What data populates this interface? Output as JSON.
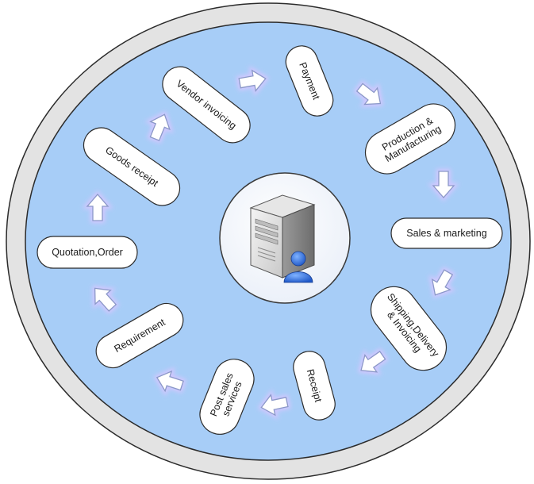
{
  "center": {
    "icon": "server-with-user-icon"
  },
  "stages": [
    {
      "id": "vendor-invoicing",
      "label": "Vendor invoicing"
    },
    {
      "id": "payment",
      "label": "Payment"
    },
    {
      "id": "production",
      "label": "Production &",
      "label2": "Manufacturing"
    },
    {
      "id": "sales-marketing",
      "label": "Sales & marketing"
    },
    {
      "id": "shipping",
      "label": "Shipping,Delivery",
      "label2": "& Invoicing"
    },
    {
      "id": "receipt",
      "label": "Receipt"
    },
    {
      "id": "post-sales",
      "label": "Post sales",
      "label2": "services"
    },
    {
      "id": "requirement",
      "label": "Requirement"
    },
    {
      "id": "quotation-order",
      "label": "Quotation,Order"
    },
    {
      "id": "goods-receipt",
      "label": "Goods receipt"
    }
  ],
  "colors": {
    "outer_ring": "#e3e3e3",
    "inner_disc": "#a7cdf7",
    "pill_fill": "#ffffff",
    "arrow_fill": "#ffffff",
    "arrow_stroke": "#8a98c8",
    "arrow_glow": "#d9c6ff"
  }
}
